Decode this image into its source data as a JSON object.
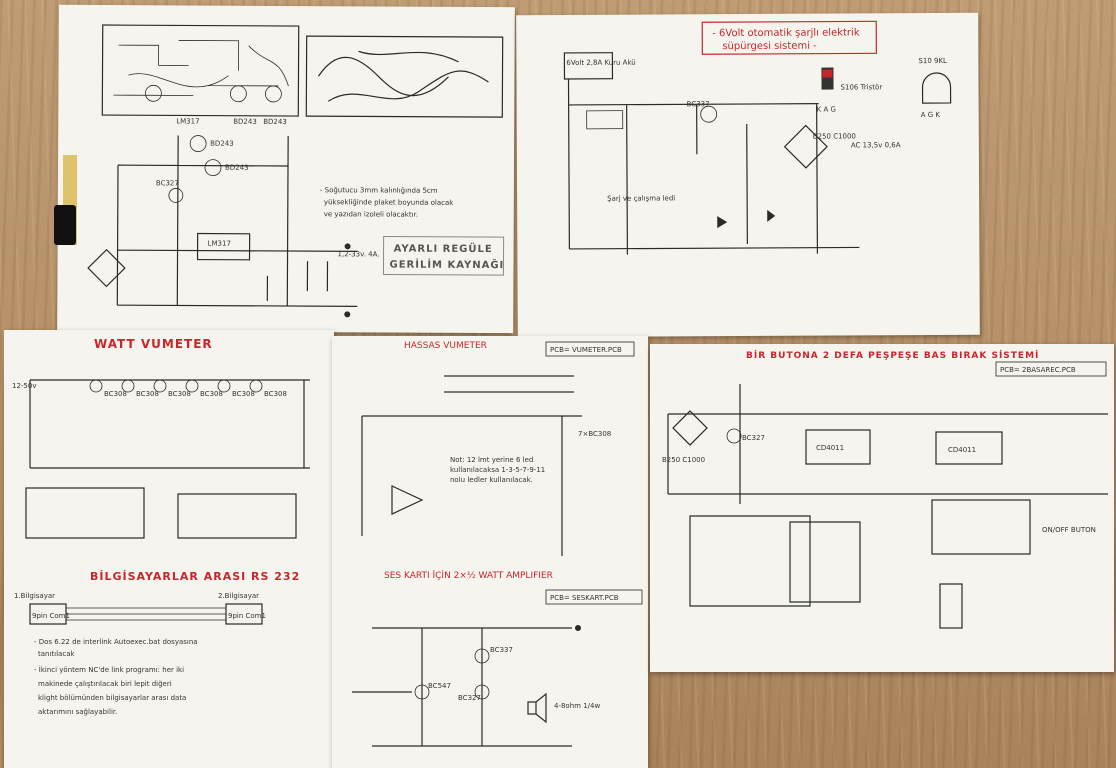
{
  "sheets": {
    "regulator": {
      "part_labels": [
        "LM317",
        "BD243",
        "BD243"
      ],
      "transistor_labels": [
        "BD243",
        "BD243"
      ],
      "driver_label": "BC327",
      "ic_label": "LM317",
      "note_lines": [
        "- Soğutucu 3mm kalınlığında 5cm",
        "yüksekliğinde plaket boyunda olacak",
        "ve yazıdan izoleli olacaktır."
      ],
      "title_lines": [
        "AYARLI REGÜLE",
        "GERİLİM KAYNAĞI"
      ],
      "output_label": "1,2-33v. 4A."
    },
    "charger": {
      "title_lines": [
        "- 6Volt otomatik şarjlı elektrik",
        "süpürgesi sistemi -"
      ],
      "battery_label": "6Volt 2,8A Kuru Akü",
      "thyristor_label": "S106 Tristör",
      "pin_label": "K A G",
      "s10_label": "S10 9KL",
      "s10_pins": "A G K",
      "bridge_label": "B250 C1000",
      "ac_label": "AC 13,5v 0,6A",
      "transistor": "BC337",
      "led_label": "Şarj ve çalışma ledi"
    },
    "vumeter": {
      "title": "WATT VUMETER",
      "transistors": [
        "BC308",
        "BC308",
        "BC308",
        "BC308",
        "BC308",
        "BC308"
      ],
      "supply": "12-50v"
    },
    "rs232": {
      "title": "BİLGİSAYARLAR ARASI RS 232",
      "pc1": "1.Bilgisayar",
      "pc2": "2.Bilgisayar",
      "port1": "9pin Com1",
      "port2": "9pin Com1",
      "note_lines": [
        "- Dos 6.22 de interlink Autoexec.bat dosyasına",
        "tanıtılacak",
        "- İkinci yöntem NC'de link programı: her iki",
        "makinede çalıştırılacak biri lepit diğeri",
        "klight bölümünden bilgisayarlar arası data",
        "aktarımını sağlayabilir."
      ]
    },
    "hassas": {
      "title": "HASSAS VUMETER",
      "pcb": "PCB= VUMETER.PCB",
      "transistor": "7×BC308",
      "note_lines": [
        "Not: 12 lmt yerine 6 led",
        "kullanılacaksa 1-3-5-7-9-11",
        "nolu ledler kullanılacak."
      ],
      "amp_title": "SES KARTI İÇİN 2×½ WATT AMPLIFIER",
      "amp_pcb": "PCB= SESKART.PCB",
      "amp_parts": [
        "BC337",
        "BC547",
        "BC327"
      ],
      "speaker": "4-8ohm 1/4w"
    },
    "button": {
      "title": "BİR BUTONA 2 DEFA PEŞPEŞE BAS BIRAK SİSTEMİ",
      "pcb": "PCB= 2BASAREC.PCB",
      "ic1": "CD4011",
      "ic2": "CD4011",
      "transistor": "BC327",
      "bridge": "B250 C1000",
      "onoff": "ON/OFF BUTON"
    }
  }
}
